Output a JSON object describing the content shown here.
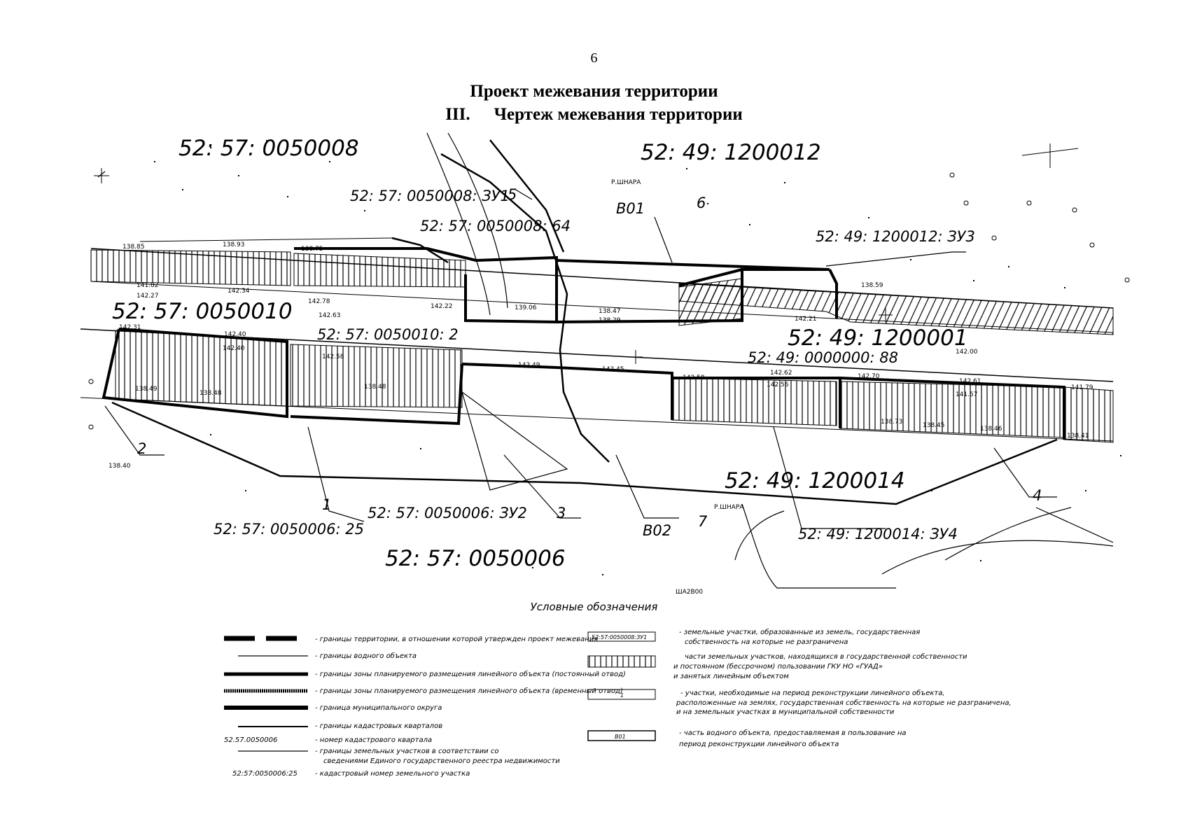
{
  "page": {
    "number": "6",
    "title": "Проект межевания территории",
    "subtitle_number": "III.",
    "subtitle_text": "Чертеж межевания территории"
  },
  "map": {
    "quarters": [
      {
        "id": "q-1",
        "label": "52: 57: 0050008"
      },
      {
        "id": "q-2",
        "label": "52: 49: 1200012"
      },
      {
        "id": "q-3",
        "label": "52: 57: 0050010"
      },
      {
        "id": "q-4",
        "label": "52: 49: 1200001"
      },
      {
        "id": "q-5",
        "label": "52: 49: 1200014"
      },
      {
        "id": "q-6",
        "label": "52: 57: 0050006"
      }
    ],
    "plots": [
      {
        "id": "p-1",
        "label": "52: 57: 0050008: ЗУ1"
      },
      {
        "id": "p-2",
        "label": "52: 57: 0050008: 64"
      },
      {
        "id": "p-3",
        "label": "52: 49: 1200012: ЗУ3"
      },
      {
        "id": "p-4",
        "label": "52: 57: 0050010: 2"
      },
      {
        "id": "p-5",
        "label": "52: 49: 0000000: 88"
      },
      {
        "id": "p-6",
        "label": "52: 57: 0050006: ЗУ2"
      },
      {
        "id": "p-7",
        "label": "52: 57: 0050006: 25"
      },
      {
        "id": "p-8",
        "label": "52: 49: 1200014: ЗУ4"
      }
    ],
    "water_parts": [
      "В01",
      "В02"
    ],
    "zone_numbers": [
      "1",
      "2",
      "3",
      "4",
      "5",
      "6",
      "7"
    ],
    "river_labels": [
      "Р.ШНАРА",
      "Р.ШНАРА"
    ],
    "elevations": [
      "138.85",
      "138.93",
      "138.75",
      "141.82",
      "142.34",
      "142.27",
      "142.78",
      "142.63",
      "142.31",
      "142.40",
      "142.40",
      "142.58",
      "138.49",
      "138.48",
      "138.48",
      "139.06",
      "138.47",
      "138.29",
      "142.49",
      "142.45",
      "142.22",
      "142.58",
      "142.21",
      "142.62",
      "142.56",
      "142.70",
      "142.61",
      "142.00",
      "141.79",
      "141.57",
      "138.73",
      "138.45",
      "138.46",
      "138.41",
      "138.59",
      "138.40"
    ],
    "small_notes": [
      "ША2В00"
    ]
  },
  "legend": {
    "title": "Условные обозначения",
    "left": [
      {
        "id": "l-1",
        "text": "- границы территории, в отношении которой утвержден проект межевания"
      },
      {
        "id": "l-2",
        "text": "- границы водного объекта"
      },
      {
        "id": "l-3",
        "text": "- границы зоны планируемого размещения линейного объекта (постоянный отвод)"
      },
      {
        "id": "l-4",
        "text": "- границы зоны планируемого размещения линейного объекта (временный отвод)"
      },
      {
        "id": "l-5",
        "text": "- граница муниципального округа"
      },
      {
        "id": "l-6",
        "text": "- границы кадастровых кварталов"
      },
      {
        "id": "l-7",
        "text": "- номер кадастрового квартала",
        "sample": "52.57.0050006"
      },
      {
        "id": "l-8",
        "text": "- границы земельных участков в соответствии со",
        "text2": "сведениями Единого государственного реестра недвижимости"
      },
      {
        "id": "l-9",
        "text": "- кадастровый номер земельного участка",
        "sample": "52:57:0050006:25"
      }
    ],
    "right": [
      {
        "id": "r-1",
        "sample": "52:57:0050008:ЗУ1",
        "text": "- земельные участки, образованные из земель, государственная",
        "text2": "собственность на которые не разграничена"
      },
      {
        "id": "r-2",
        "text": "части земельных участков, находящихся в государственной собственности",
        "text2": "и постоянном (бессрочном) пользовании ГКУ НО «ГУАД»",
        "text3": "и занятых линейным объектом"
      },
      {
        "id": "r-3",
        "sample": "1",
        "text": "- участки, необходимые на период реконструкции линейного объекта,",
        "text2": "расположенные на землях, государственная собственность на которые не разграничена,",
        "text3": "и на земельных участках в муниципальной собственности"
      },
      {
        "id": "r-4",
        "sample": "В01",
        "text": "- часть водного объекта, предоставляемая в пользование на",
        "text2": "период реконструкции линейного объекта"
      }
    ]
  }
}
